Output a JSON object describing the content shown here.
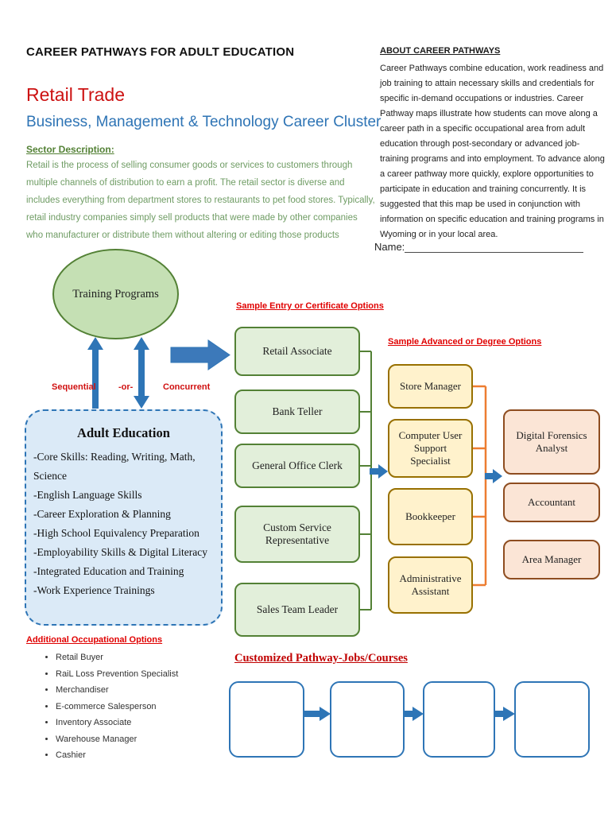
{
  "header": {
    "title": "CAREER PATHWAYS FOR ADULT EDUCATION",
    "sector": "Retail Trade",
    "cluster": "Business, Management & Technology Career Cluster"
  },
  "sector_description": {
    "heading": "Sector Description:",
    "body": "Retail is the process of selling consumer goods or services to customers through multiple channels of distribution to earn a profit. The retail sector is diverse and includes everything from department stores to restaurants to pet food stores. Typically, retail industry companies simply sell products that were made by other companies who manufacturer or distribute them without altering or editing those products"
  },
  "about": {
    "heading": "ABOUT CAREER PATHWAYS",
    "body": "Career Pathways combine education, work readiness and job training to attain necessary skills and credentials for specific in-demand occupations or industries. Career Pathway maps illustrate how students can move along a career path in a specific occupational area from adult education through post-secondary or advanced job-training programs and into employment. To advance along a career pathway more quickly, explore opportunities to participate in education and training concurrently. It is suggested that this map be used in conjunction with information on specific education and training programs in Wyoming or in your local area.",
    "name_label": "Name:"
  },
  "diagram": {
    "training_programs_label": "Training Programs",
    "sequential_label": "Sequential",
    "or_label": "-or-",
    "concurrent_label": "Concurrent",
    "adult_education": {
      "title": "Adult Education",
      "items": [
        "-Core Skills: Reading, Writing, Math, Science",
        "-English Language Skills",
        "-Career Exploration & Planning",
        "-High School Equivalency Preparation",
        "-Employability Skills & Digital Literacy",
        "-Integrated Education and Training",
        "-Work Experience Trainings"
      ]
    },
    "entry_options": {
      "heading": "Sample Entry or Certificate Options",
      "boxes": [
        "Retail Associate",
        "Bank Teller",
        "General Office Clerk",
        "Custom Service Representative",
        "Sales Team Leader"
      ]
    },
    "advanced_options": {
      "heading": "Sample Advanced or Degree Options",
      "boxes": [
        "Store Manager",
        "Computer User Support Specialist",
        "Bookkeeper",
        "Administrative Assistant"
      ]
    },
    "degree_outcomes": {
      "boxes": [
        "Digital Forensics Analyst",
        "Accountant",
        "Area Manager"
      ]
    }
  },
  "additional_options": {
    "heading": "Additional Occupational Options",
    "items": [
      "Retail Buyer",
      "RaiL Loss Prevention Specialist",
      "Merchandiser",
      "E-commerce Salesperson",
      "Inventory Associate",
      "Warehouse Manager",
      "Cashier"
    ]
  },
  "customized_pathway": {
    "heading": "Customized Pathway-Jobs/Courses",
    "boxes": [
      "",
      "",
      "",
      ""
    ]
  },
  "colors": {
    "title_red": "#CC1111",
    "heading_blue": "#2E74B5",
    "heading_red": "#E00000",
    "green_text": "#6F9C64",
    "green_border": "#538135",
    "green_fill": "#E2EFDA",
    "ellipse_fill": "#C5E0B4",
    "adult_ed_fill": "#DBEAF7",
    "blue_border": "#2E75B6",
    "yellow_fill": "#FFF2CC",
    "yellow_border": "#987000",
    "peach_fill": "#FBE5D6",
    "peach_border": "#8E4D20",
    "connector_orange": "#ED7D31",
    "arrow_blue": "#3C79BA"
  }
}
